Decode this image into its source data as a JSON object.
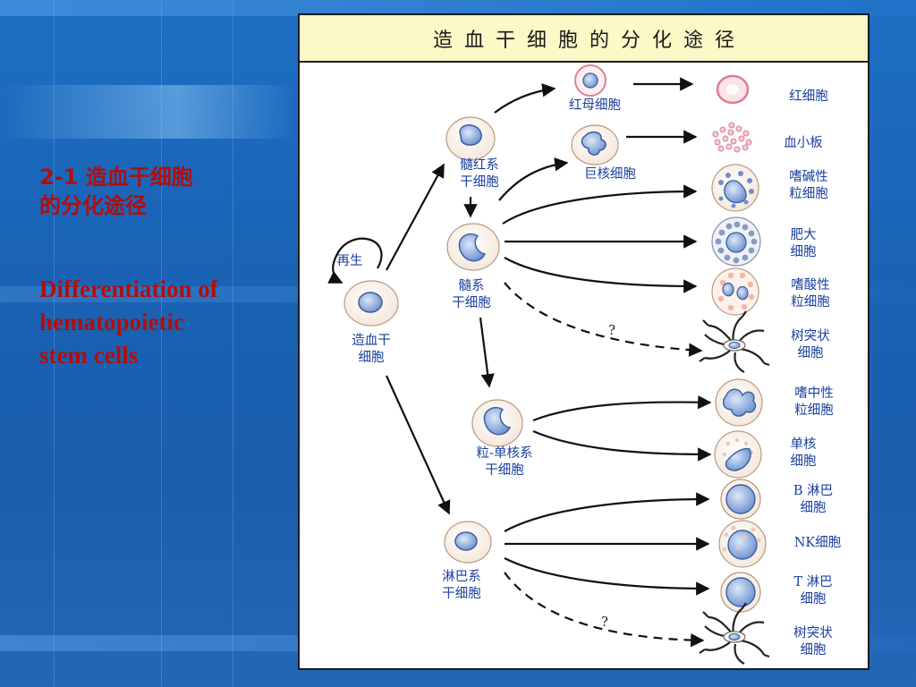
{
  "slide": {
    "title": "2-1   造血干细胞\n的分化途径",
    "subtitle": "Differentiation of\nhematopoietic\nstem cells"
  },
  "panel": {
    "header": "造血干细胞的分化途径"
  },
  "cells": {
    "hsc": "造血干\n细胞",
    "renewal": "再生",
    "myelo_erythroid": "髓红系\n干细胞",
    "myeloid": "髓系\n干细胞",
    "gm_stem": "粒-单核系\n干细胞",
    "lymphoid": "淋巴系\n干细胞",
    "erythroblast": "红母细胞",
    "megakaryocyte": "巨核细胞",
    "rbc": "红细胞",
    "platelet": "血小板",
    "basophil": "嗜碱性\n粒细胞",
    "mast": "肥大\n细胞",
    "eosinophil": "嗜酸性\n粒细胞",
    "dendritic1": "树突状\n细胞",
    "neutrophil": "嗜中性\n粒细胞",
    "monocyte": "单核\n细胞",
    "b_cell": "B 淋巴\n细胞",
    "nk_cell": "NK细胞",
    "t_cell": "T 淋巴\n细胞",
    "dendritic2": "树突状\n细胞",
    "question1": "?",
    "question2": "?"
  },
  "colors": {
    "label_blue": "#1a3f9f",
    "title_red": "#b10e0e",
    "header_bg": "#fcf8c8",
    "cell_fill": "#fdf3ea",
    "nucleus_blue": "#8fb0e0"
  }
}
